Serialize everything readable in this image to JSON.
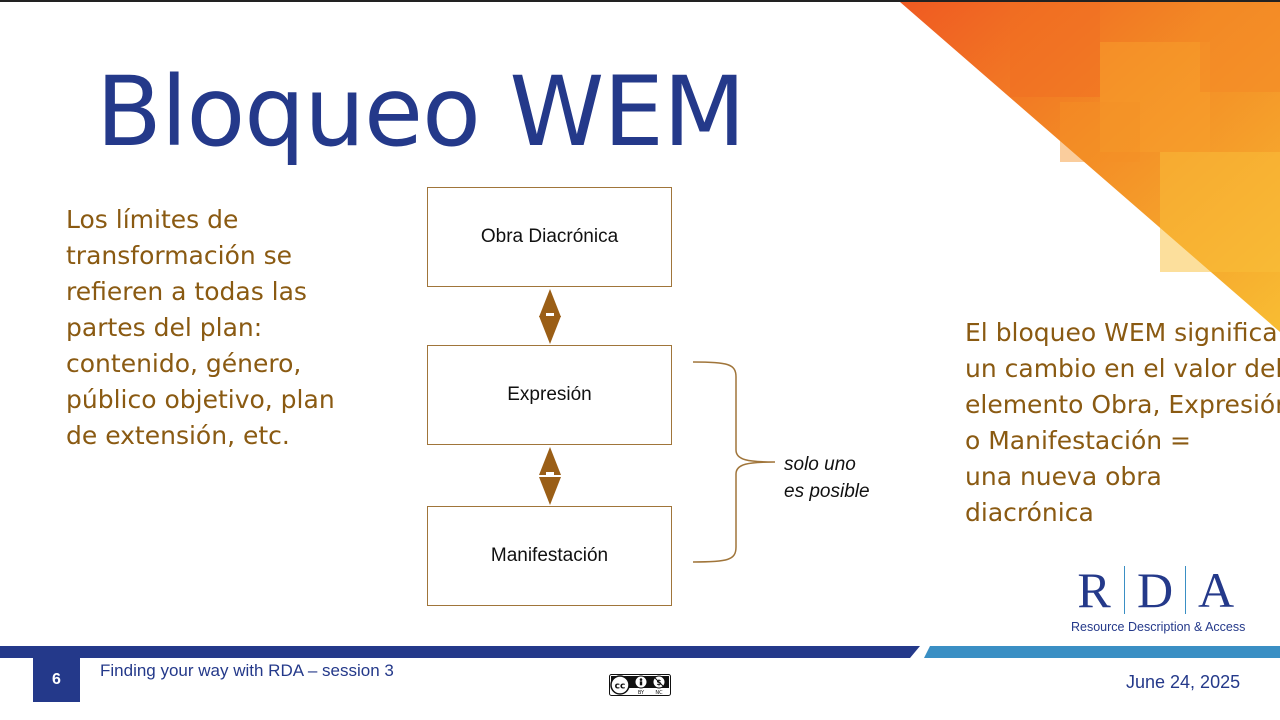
{
  "slide": {
    "title": "Bloqueo WEM",
    "left_text": "Los límites de transformación se refieren a todas las partes del plan: contenido, género, público objetivo, plan de extensión, etc.",
    "right_text_lines": [
      "El bloqueo WEM significa:",
      "un cambio en el valor del",
      "elemento Obra, Expresión",
      "o Manifestación =",
      "una nueva obra",
      "diacrónica"
    ]
  },
  "diagram": {
    "boxes": [
      "Obra Diacrónica",
      "Expresión",
      "Manifestación"
    ],
    "note_lines": [
      "solo uno",
      "es posible"
    ],
    "arrow_color": "#9a5e16",
    "box_border_color": "#a0753a"
  },
  "logo": {
    "letters": [
      "R",
      "D",
      "A"
    ],
    "subtitle": "Resource Description & Access"
  },
  "footer": {
    "page_number": "6",
    "session_title": "Finding your way with RDA – session 3",
    "license": "CC BY NC",
    "date": "June 24, 2025"
  },
  "colors": {
    "title": "#24398a",
    "body_text": "#8a5a12",
    "accent_orange": "#f07a24",
    "accent_yellow": "#f6b02e",
    "footer_light_blue": "#3a8fc4"
  }
}
